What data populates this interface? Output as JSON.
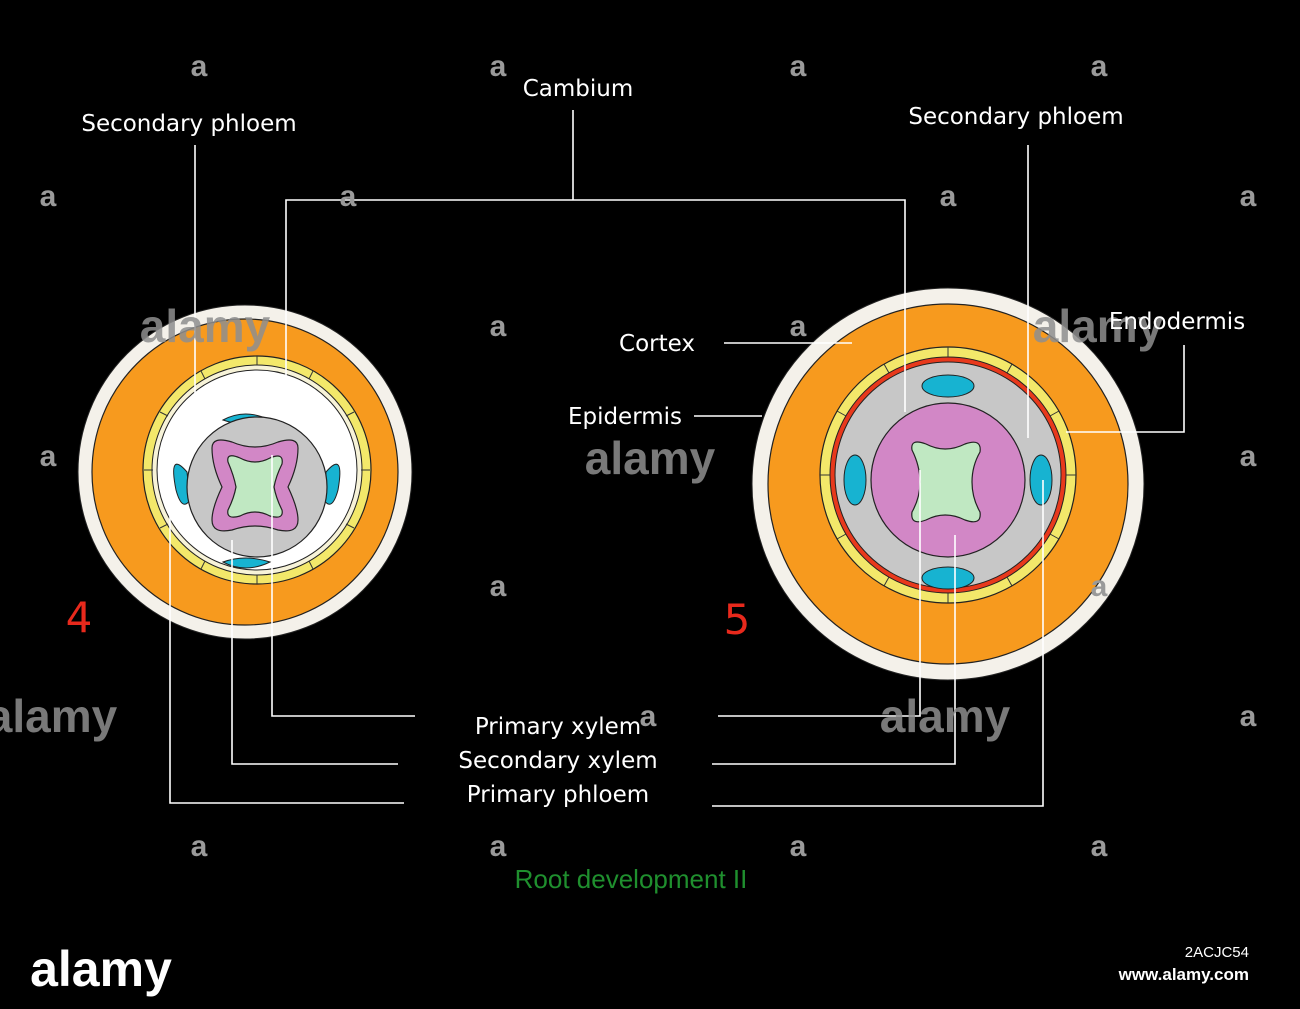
{
  "labels": {
    "cambium": "Cambium",
    "secondary_phloem_left": "Secondary phloem",
    "secondary_phloem_right": "Secondary phloem",
    "cortex": "Cortex",
    "epidermis": "Epidermis",
    "endodermis": "Endodermis",
    "primary_xylem": "Primary xylem",
    "secondary_xylem": "Secondary xylem",
    "primary_phloem": "Primary phloem"
  },
  "stage_numbers": {
    "left": "4",
    "right": "5"
  },
  "title": "Root development II",
  "watermark": {
    "mark": "a",
    "word": "alamy"
  },
  "footer": {
    "brand": "alamy",
    "image_id": "2ACJC54",
    "url": "www.alamy.com"
  },
  "colors": {
    "background": "#000000",
    "epidermis": "#f4f1ea",
    "cortex": "#f79a1e",
    "endodermis": "#f3e86a",
    "pericycle_red": "#e8391c",
    "vascular_grey": "#c7c7c7",
    "secondary_xylem": "#d287c6",
    "primary_xylem": "#c0e8c2",
    "phloem_blue": "#17b3d1",
    "stage_number": "#e8291c",
    "title_green": "#1f8f2e"
  }
}
